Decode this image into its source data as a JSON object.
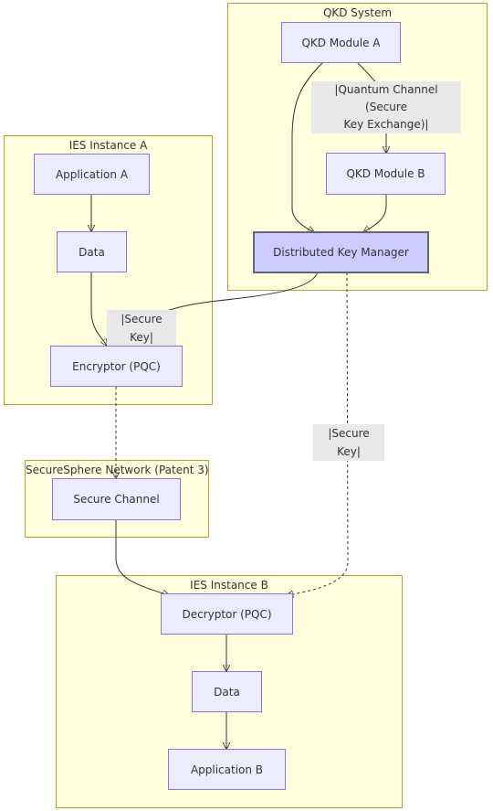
{
  "clusters": {
    "qkd_system": "QKD System",
    "ies_a": "IES Instance A",
    "securesphere": "SecureSphere Network (Patent 3)",
    "ies_b": "IES Instance B"
  },
  "nodes": {
    "qkd_module_a": "QKD Module A",
    "qkd_module_b": "QKD Module B",
    "key_manager": "Distributed Key Manager",
    "application_a": "Application A",
    "data_a": "Data",
    "encryptor": "Encryptor (PQC)",
    "secure_channel": "Secure Channel",
    "decryptor": "Decryptor (PQC)",
    "data_b": "Data",
    "application_b": "Application B"
  },
  "edge_labels": {
    "quantum_channel_line1": "|Quantum Channel (Secure",
    "quantum_channel_line2": "Key Exchange)|",
    "secure_key_a": "|Secure Key|",
    "secure_key_b": "|Secure Key|"
  }
}
